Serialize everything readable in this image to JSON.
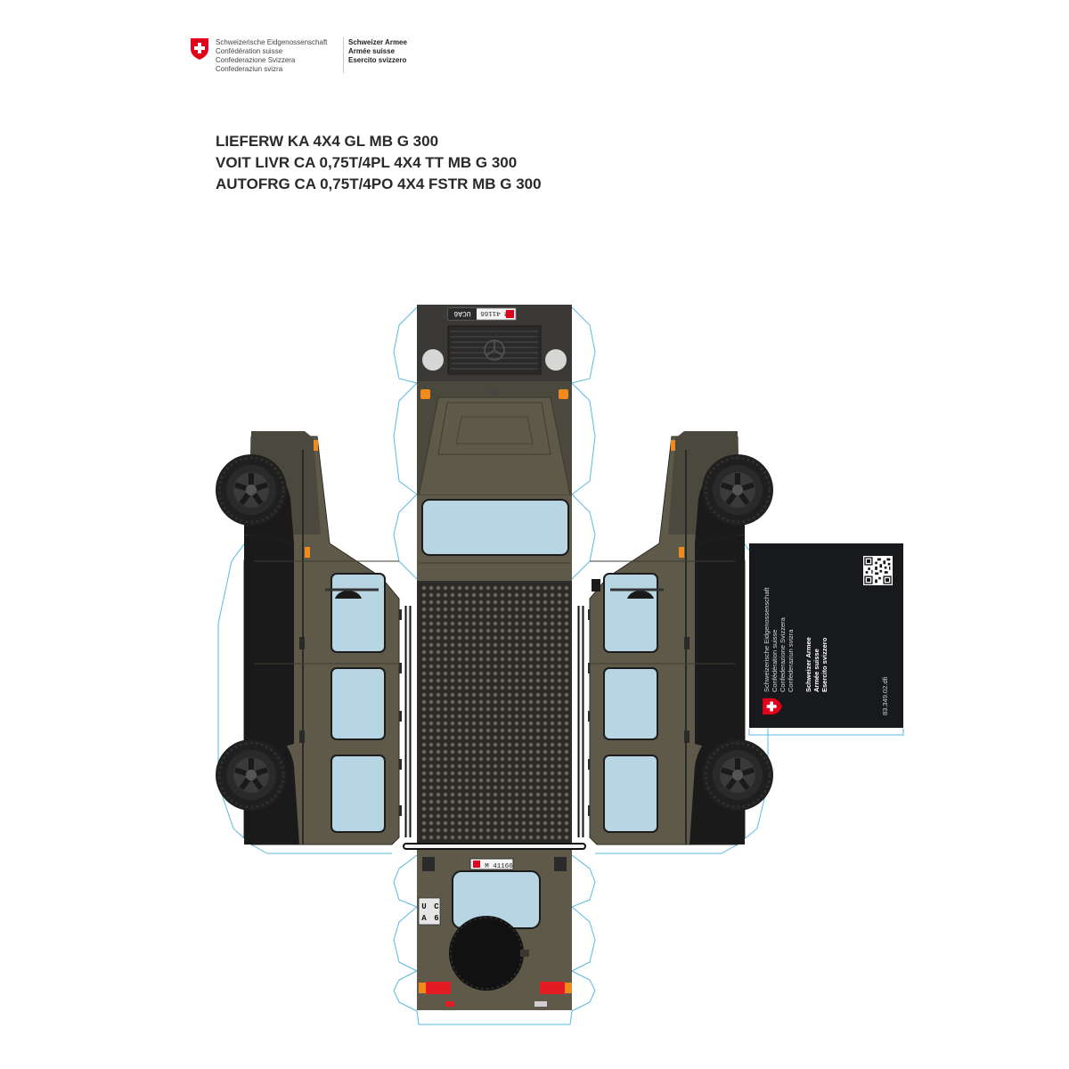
{
  "header": {
    "confederation_lines": [
      "Schweizerische Eidgenossenschaft",
      "Confédération suisse",
      "Confederazione Svizzera",
      "Confederaziun svizra"
    ],
    "army_lines": [
      "Schweizer Armee",
      "Armée suisse",
      "Esercito svizzero"
    ]
  },
  "titles": [
    "LIEFERW KA 4X4 GL MB G 300",
    "VOIT LIVR CA 0,75T/4PL 4X4 TT MB G 300",
    "AUTOFRG CA 0,75T/4PO 4X4 FSTR MB G 300"
  ],
  "vehicle": {
    "front_plate": "M 41166",
    "front_code": "UCA6",
    "rear_plate": "M 41166",
    "rear_code": [
      "U",
      "C",
      "A",
      "6"
    ]
  },
  "info_card": {
    "confederation_lines": [
      "Schweizerische Eidgenossenschaft",
      "Confédération suisse",
      "Confederazione Svizzera",
      "Confederaziun svizra"
    ],
    "army_lines": [
      "Schweizer Armee",
      "Armée suisse",
      "Esercito svizzero"
    ],
    "code": "83.349.02.dfi"
  },
  "colors": {
    "body": "#5e5949",
    "body_dark": "#3f3c33",
    "glass": "#b7d5e2",
    "cut_line": "#5bb8e0",
    "swiss_red": "#e3001b",
    "indicator": "#f08a1c",
    "tail_light": "#e31b23",
    "card_bg": "#17191c"
  },
  "icons": [
    "swiss-cross-shield-icon",
    "qr-code-icon",
    "mercedes-star-icon"
  ]
}
